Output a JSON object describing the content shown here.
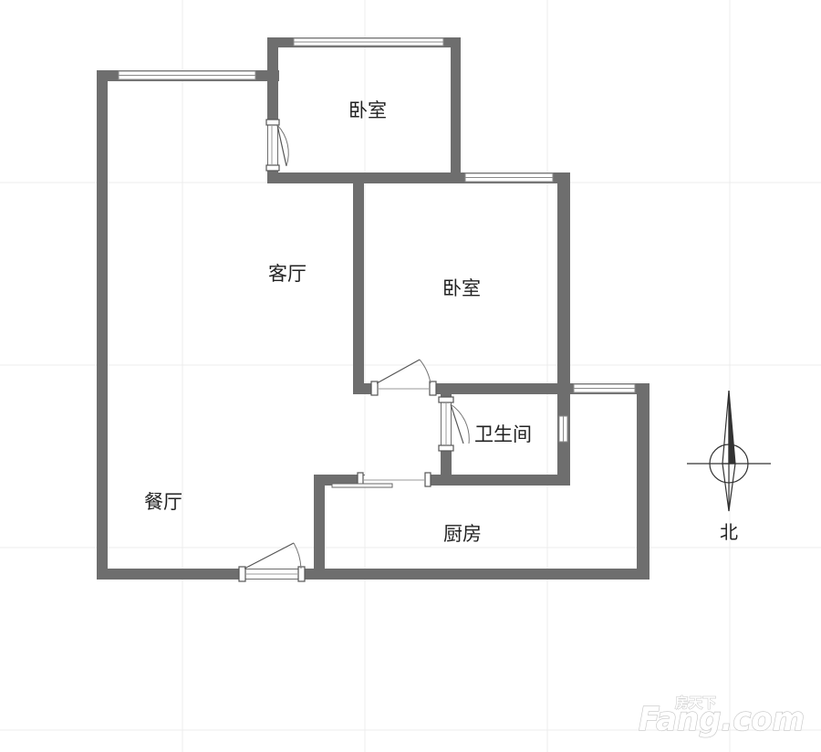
{
  "rooms": {
    "bedroom_north": "卧室",
    "bedroom_middle": "卧室",
    "living_room": "客厅",
    "dining_room": "餐厅",
    "bathroom": "卫生间",
    "kitchen": "厨房"
  },
  "compass": {
    "north_label": "北"
  },
  "watermark": {
    "brand_cn": "房天下",
    "brand_en": "Fang.com"
  },
  "colors": {
    "wall": "#6e6e6e",
    "background": "#ffffff",
    "grid": "#ececec"
  }
}
